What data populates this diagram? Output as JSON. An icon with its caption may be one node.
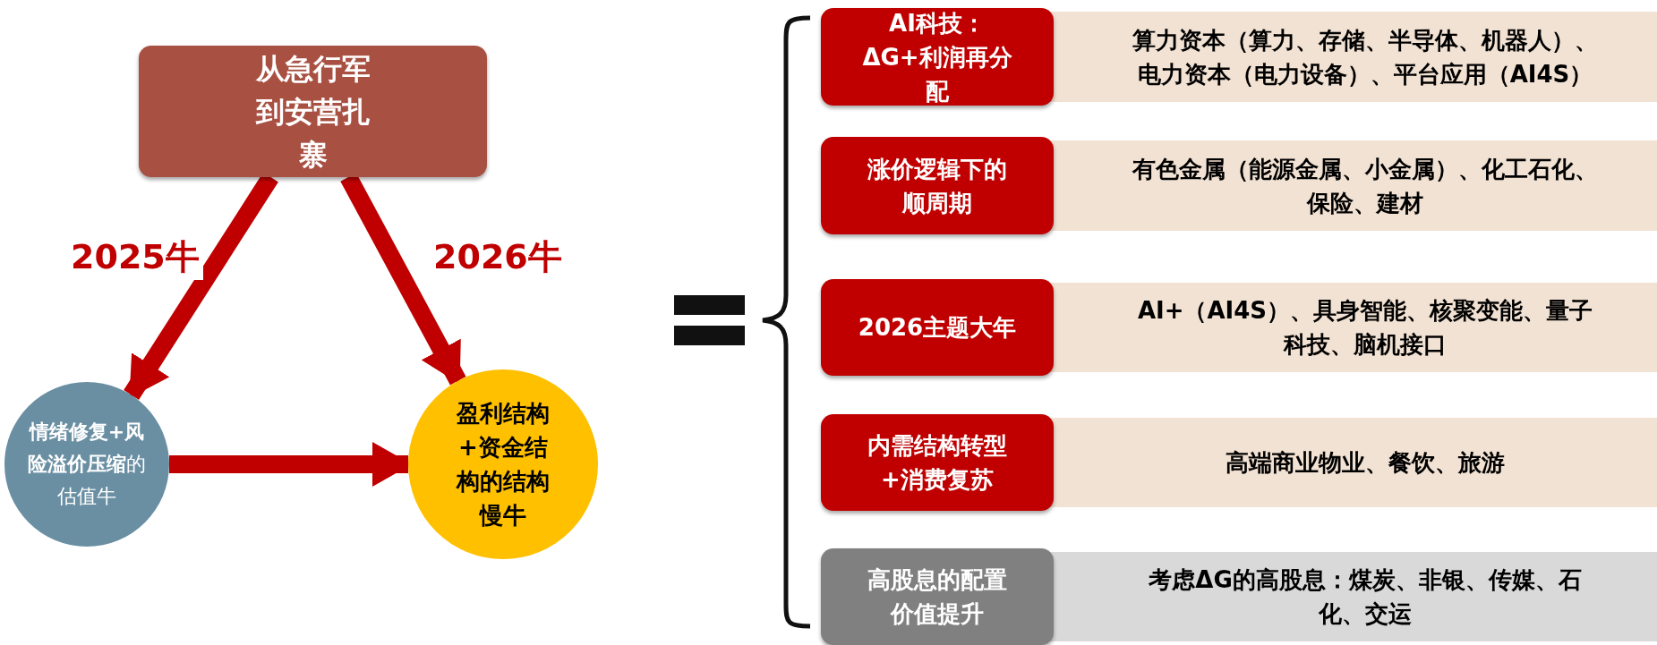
{
  "diagram": {
    "nodes": [
      {
        "text": [
          "从急行军到安营扎寨"
        ]
      },
      {
        "text": [
          "**情绪修复+风险溢价压缩**的估值牛"
        ]
      },
      {
        "text": [
          "盈利结构+资金结构的结构慢牛"
        ]
      },
      {
        "text": [
          "AI科技：ΔG+利润再分配"
        ]
      },
      {
        "text": [
          "算力资本（算力、存储、半导体、机器人）、电力资本（电力设备）、平台应用（AI4S）"
        ]
      },
      {
        "text": [
          "涨价逻辑下的顺周期"
        ]
      },
      {
        "text": [
          "有色金属（能源金属、小金属）、化工石化、保险、建材"
        ]
      },
      {
        "text": [
          "2026主题大年"
        ]
      },
      {
        "text": [
          "AI+（AI4S）、具身智能、核聚变能、量子科技、脑机接口"
        ]
      },
      {
        "text": [
          "内需结构转型+消费复苏"
        ]
      },
      {
        "text": [
          "高端商业物业、餐饮、旅游"
        ]
      },
      {
        "text": [
          "高股息的配置价值提升"
        ]
      },
      {
        "text": [
          "考虑ΔG的高股息：煤炭、非银、传媒、石化、交运"
        ]
      }
    ],
    "edges": [
      {
        "from": 0,
        "to": 1,
        "arrow": "to",
        "label": "2025牛"
      },
      {
        "from": 0,
        "to": 2,
        "arrow": "to",
        "label": "2026牛"
      },
      {
        "from": 1,
        "to": 2,
        "arrow": "to"
      }
    ]
  }
}
